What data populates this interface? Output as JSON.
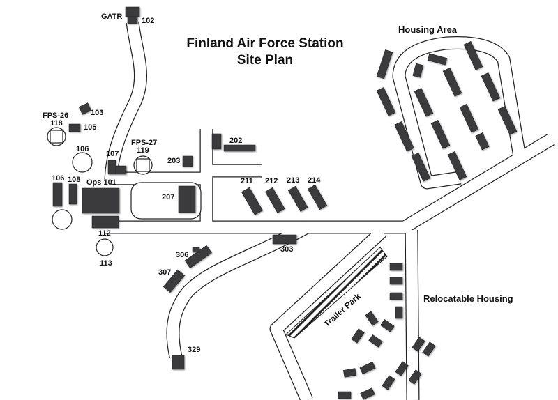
{
  "title": {
    "line1": "Finland Air Force Station",
    "line2": "Site Plan"
  },
  "areas": {
    "housing": "Housing Area",
    "relocatable": "Relocatable Housing",
    "trailer_park": "Trailer Park"
  },
  "labels": {
    "gatr": "GATR",
    "b102": "102",
    "b103": "103",
    "b105": "105",
    "fps26": "FPS-26",
    "b118": "118",
    "b106a": "106",
    "b106b": "106",
    "b107": "107",
    "fps27": "FPS-27",
    "b119": "119",
    "b108": "108",
    "ops101": "Ops 101",
    "b112": "112",
    "b113": "113",
    "b203": "203",
    "b202": "202",
    "b207": "207",
    "b211": "211",
    "b212": "212",
    "b213": "213",
    "b214": "214",
    "b303": "303",
    "b306": "306",
    "b307": "307",
    "b329": "329"
  }
}
